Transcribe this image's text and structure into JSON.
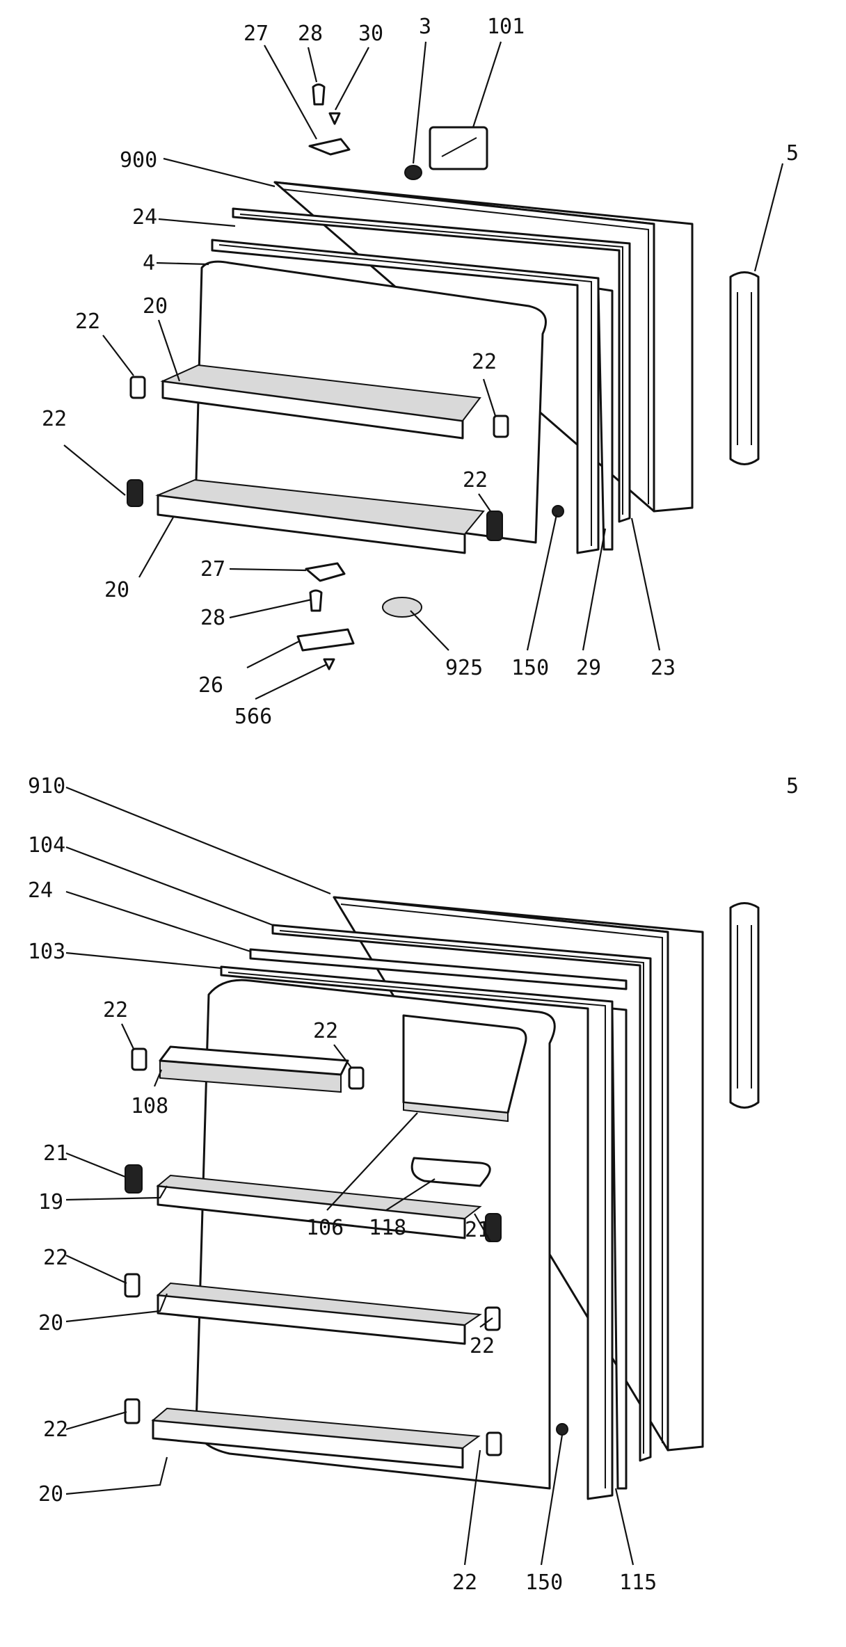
{
  "colors": {
    "ink": "#111111",
    "paper": "#ffffff",
    "shade": "#d9d9d9"
  },
  "callouts": {
    "top": [
      "27",
      "28",
      "30",
      "3",
      "101",
      "900",
      "5",
      "24",
      "4",
      "20",
      "22",
      "22",
      "22",
      "22",
      "20",
      "27",
      "28",
      "26",
      "566",
      "925",
      "150",
      "29",
      "23"
    ],
    "bottom": [
      "910",
      "5",
      "104",
      "24",
      "103",
      "22",
      "22",
      "108",
      "21",
      "19",
      "106",
      "118",
      "21",
      "22",
      "20",
      "22",
      "22",
      "20",
      "22",
      "150",
      "115"
    ]
  }
}
